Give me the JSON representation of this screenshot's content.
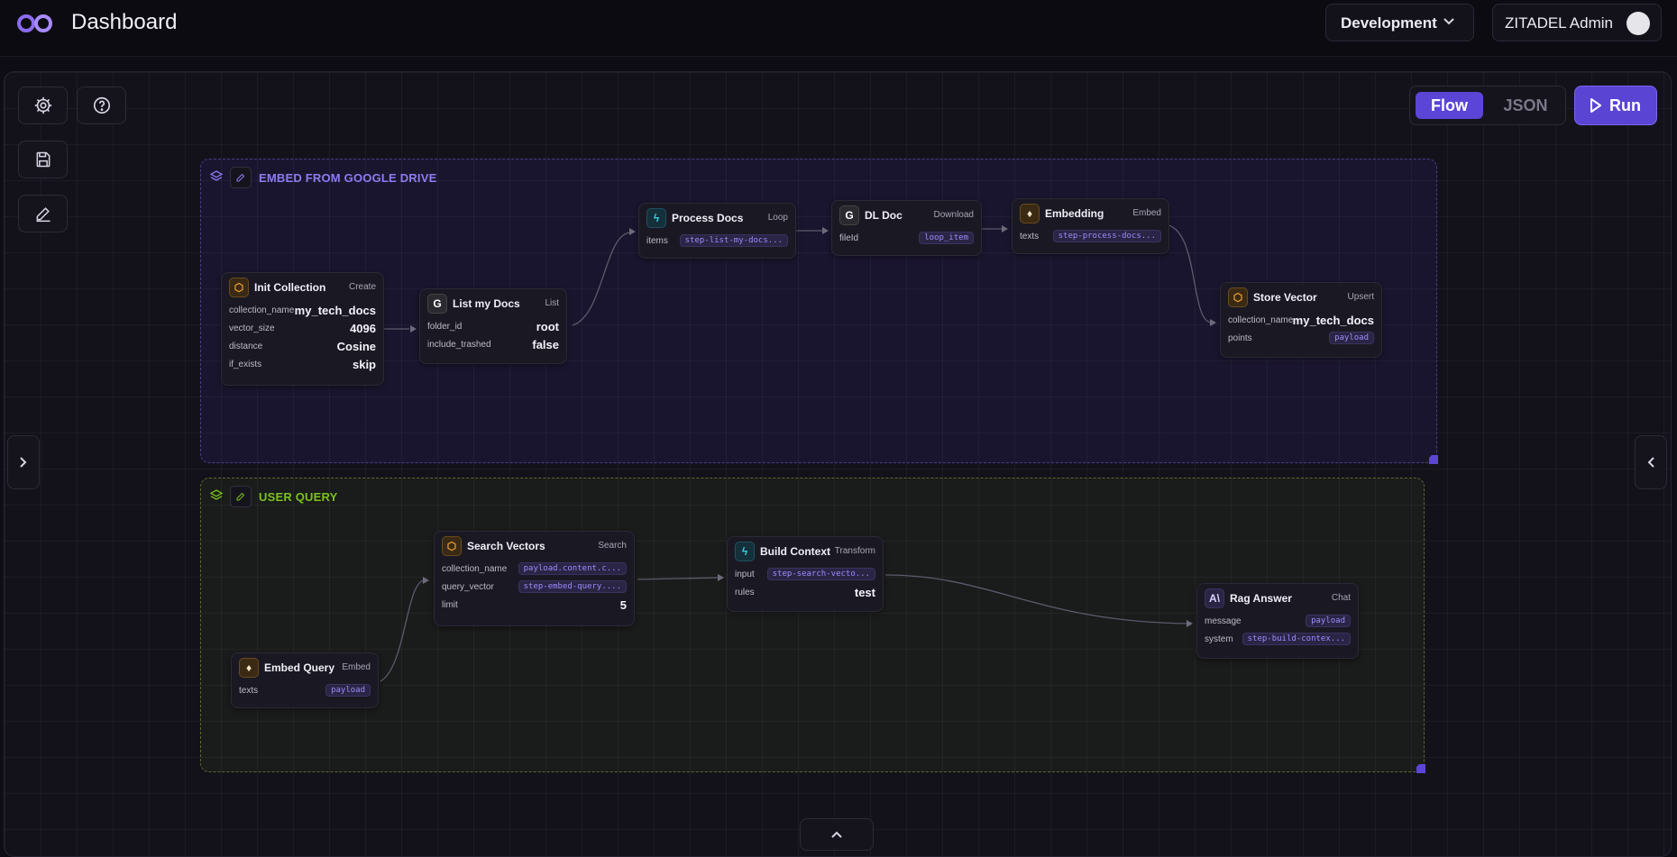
{
  "header": {
    "title": "Dashboard",
    "environment": "Development",
    "user_name": "ZITADEL Admin"
  },
  "view_toggle": {
    "flow_label": "Flow",
    "json_label": "JSON",
    "active": "Flow"
  },
  "run_label": "Run",
  "toolbar": {
    "settings_icon": "gear-icon",
    "help_icon": "help-circle-icon",
    "save_icon": "save-icon",
    "edit_icon": "pencil-icon"
  },
  "groups": {
    "embed": {
      "title": "EMBED FROM GOOGLE DRIVE",
      "color": "#7b68ee"
    },
    "query": {
      "title": "USER QUERY",
      "color": "#7bc21a"
    }
  },
  "nodes": {
    "init_collection": {
      "title": "Init Collection",
      "type": "Create",
      "icon": "Q",
      "params": [
        {
          "key": "collection_name",
          "value": "my_tech_docs"
        },
        {
          "key": "vector_size",
          "value": "4096"
        },
        {
          "key": "distance",
          "value": "Cosine"
        },
        {
          "key": "if_exists",
          "value": "skip"
        }
      ]
    },
    "list_docs": {
      "title": "List my Docs",
      "type": "List",
      "icon": "G",
      "params": [
        {
          "key": "folder_id",
          "value": "root"
        },
        {
          "key": "include_trashed",
          "value": "false"
        }
      ]
    },
    "process_docs": {
      "title": "Process Docs",
      "type": "Loop",
      "icon": "bolt",
      "params": [
        {
          "key": "items",
          "value": "step-list-my-docs..."
        }
      ]
    },
    "dl_doc": {
      "title": "DL Doc",
      "type": "Download",
      "icon": "G",
      "params": [
        {
          "key": "fileId",
          "value": "loop_item"
        }
      ]
    },
    "embedding": {
      "title": "Embedding",
      "type": "Embed",
      "icon": "drop",
      "params": [
        {
          "key": "texts",
          "value": "step-process-docs..."
        }
      ]
    },
    "store_vector": {
      "title": "Store Vector",
      "type": "Upsert",
      "icon": "Q",
      "params": [
        {
          "key": "collection_name",
          "value": "my_tech_docs"
        },
        {
          "key": "points",
          "value": "payload"
        }
      ]
    },
    "search_vectors": {
      "title": "Search Vectors",
      "type": "Search",
      "icon": "Q",
      "params": [
        {
          "key": "collection_name",
          "value": "payload.content.c..."
        },
        {
          "key": "query_vector",
          "value": "step-embed-query...."
        },
        {
          "key": "limit",
          "value": "5"
        }
      ]
    },
    "build_context": {
      "title": "Build Context",
      "type": "Transform",
      "icon": "bolt",
      "params": [
        {
          "key": "input",
          "value": "step-search-vecto..."
        },
        {
          "key": "rules",
          "value": "test"
        }
      ]
    },
    "rag_answer": {
      "title": "Rag Answer",
      "type": "Chat",
      "icon": "A\\",
      "params": [
        {
          "key": "message",
          "value": "payload"
        },
        {
          "key": "system",
          "value": "step-build-contex..."
        }
      ]
    },
    "embed_query": {
      "title": "Embed Query",
      "type": "Embed",
      "icon": "drop",
      "params": [
        {
          "key": "texts",
          "value": "payload"
        }
      ]
    }
  }
}
